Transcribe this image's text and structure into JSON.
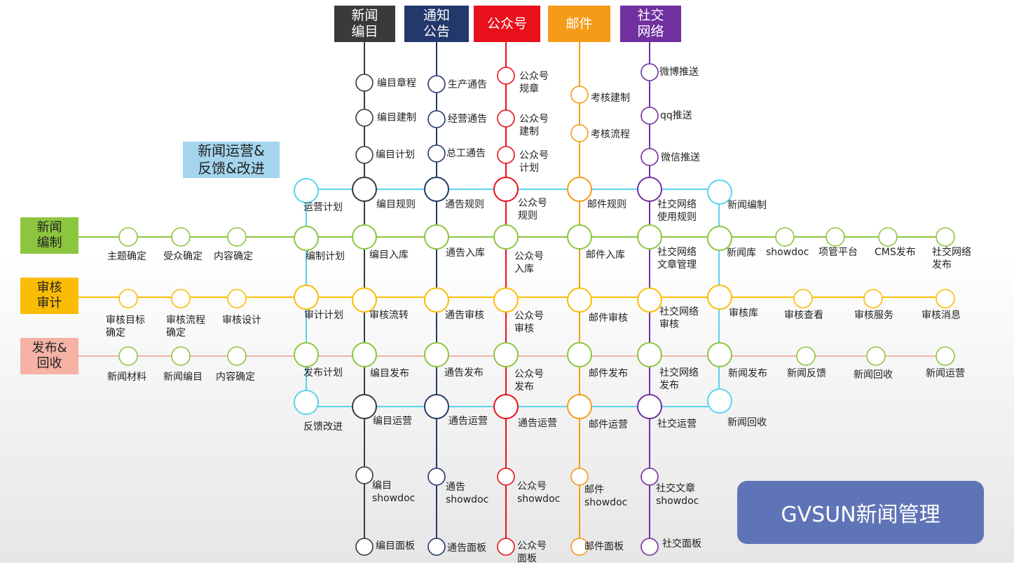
{
  "colors": {
    "editorial": "#3a3a3a",
    "notice": "#23386b",
    "wechat": "#e8101b",
    "mail": "#f59b18",
    "social": "#7030a0",
    "compose": "#8cc63f",
    "audit": "#fbbc05",
    "publish": "#f6b2a5",
    "cyan": "#5bd3ec",
    "station_fill": "#ffffff"
  },
  "header_lines": [
    {
      "id": "editorial",
      "label": "新闻\n编目",
      "bg": "#3a3a3a"
    },
    {
      "id": "notice",
      "label": "通知\n公告",
      "bg": "#23386b"
    },
    {
      "id": "wechat",
      "label": "公众号",
      "bg": "#e8101b"
    },
    {
      "id": "mail",
      "label": "邮件",
      "bg": "#f59b18"
    },
    {
      "id": "social",
      "label": "社交\n网络",
      "bg": "#7030a0"
    }
  ],
  "row_lines": [
    {
      "id": "compose",
      "label": "新闻\n编制",
      "bg": "#8cc63f",
      "color": "#8cc63f"
    },
    {
      "id": "audit",
      "label": "审核\n审计",
      "bg": "#fbbc05",
      "color": "#fbbc05"
    },
    {
      "id": "publish",
      "label": "发布&\n回收",
      "bg": "#f6b2a5",
      "color": "#f6b2a5"
    }
  ],
  "ops_title": "新闻运营&\n反馈&改进",
  "brand": "GVSUN新闻管理",
  "stations": {
    "editorial": [
      "编目章程",
      "编目建制",
      "编目计划",
      "编目规则",
      "编目入库",
      "审核流转",
      "编目发布",
      "编目运营",
      "编目\nshowdoc",
      "编目面板"
    ],
    "notice": [
      "生产通告",
      "经营通告",
      "总工通告",
      "通告规则",
      "通告入库",
      "通告审核",
      "通告发布",
      "通告运营",
      "通告\nshowdoc",
      "通告面板"
    ],
    "wechat": [
      "公众号\n规章",
      "公众号\n建制",
      "公众号\n计划",
      "公众号\n规则",
      "公众号\n入库",
      "公众号\n审核",
      "公众号\n发布",
      "通告运营",
      "公众号\nshowdoc",
      "公众号\n面板"
    ],
    "mail": [
      "考核建制",
      "考核流程",
      "邮件规则",
      "邮件入库",
      "邮件审核",
      "邮件发布",
      "邮件运营",
      "邮件\nshowdoc",
      "邮件面板"
    ],
    "social": [
      "微博推送",
      "qq推送",
      "微信推送",
      "社交网络\n使用规则",
      "社交网络\n文章管理",
      "社交网络\n审核",
      "社交网络\n发布",
      "社交运营",
      "社交文章\nshowdoc",
      "社交面板"
    ],
    "compose_left": [
      "主题确定",
      "受众确定",
      "内容确定"
    ],
    "compose_right": [
      "showdoc",
      "项管平台",
      "CMS发布",
      "社交网络\n发布"
    ],
    "audit_left": [
      "审核目标\n确定",
      "审核流程\n确定",
      "审核设计"
    ],
    "audit_right": [
      "审核查看",
      "审核服务",
      "审核消息"
    ],
    "publish_left": [
      "新闻材料",
      "新闻编目",
      "内容确定"
    ],
    "publish_right": [
      "新闻反馈",
      "新闻回收",
      "新闻运营"
    ],
    "ring_left": [
      "运营计划",
      "编制计划",
      "审计计划",
      "发布计划",
      "反馈改进"
    ],
    "ring_right": [
      "新闻编制",
      "新闻库",
      "审核库",
      "新闻发布",
      "新闻回收"
    ]
  }
}
